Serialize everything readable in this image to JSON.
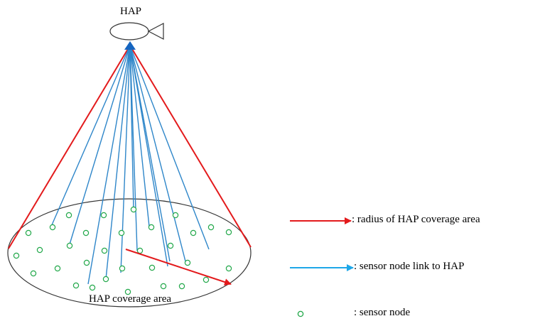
{
  "diagram": {
    "hap_label": "HAP",
    "coverage_label": "HAP coverage area"
  },
  "legend": {
    "radius": ": radius of HAP coverage area",
    "link": ": sensor node link to  HAP",
    "node": ": sensor node"
  },
  "colors": {
    "radius": "#e31a1c",
    "link": "#2e86c9",
    "legend_link": "#1ea7e8",
    "node": "#22a84a",
    "outline": "#333333"
  },
  "icons": {
    "hap": "airship-icon",
    "sensor": "circle-outline-icon"
  }
}
